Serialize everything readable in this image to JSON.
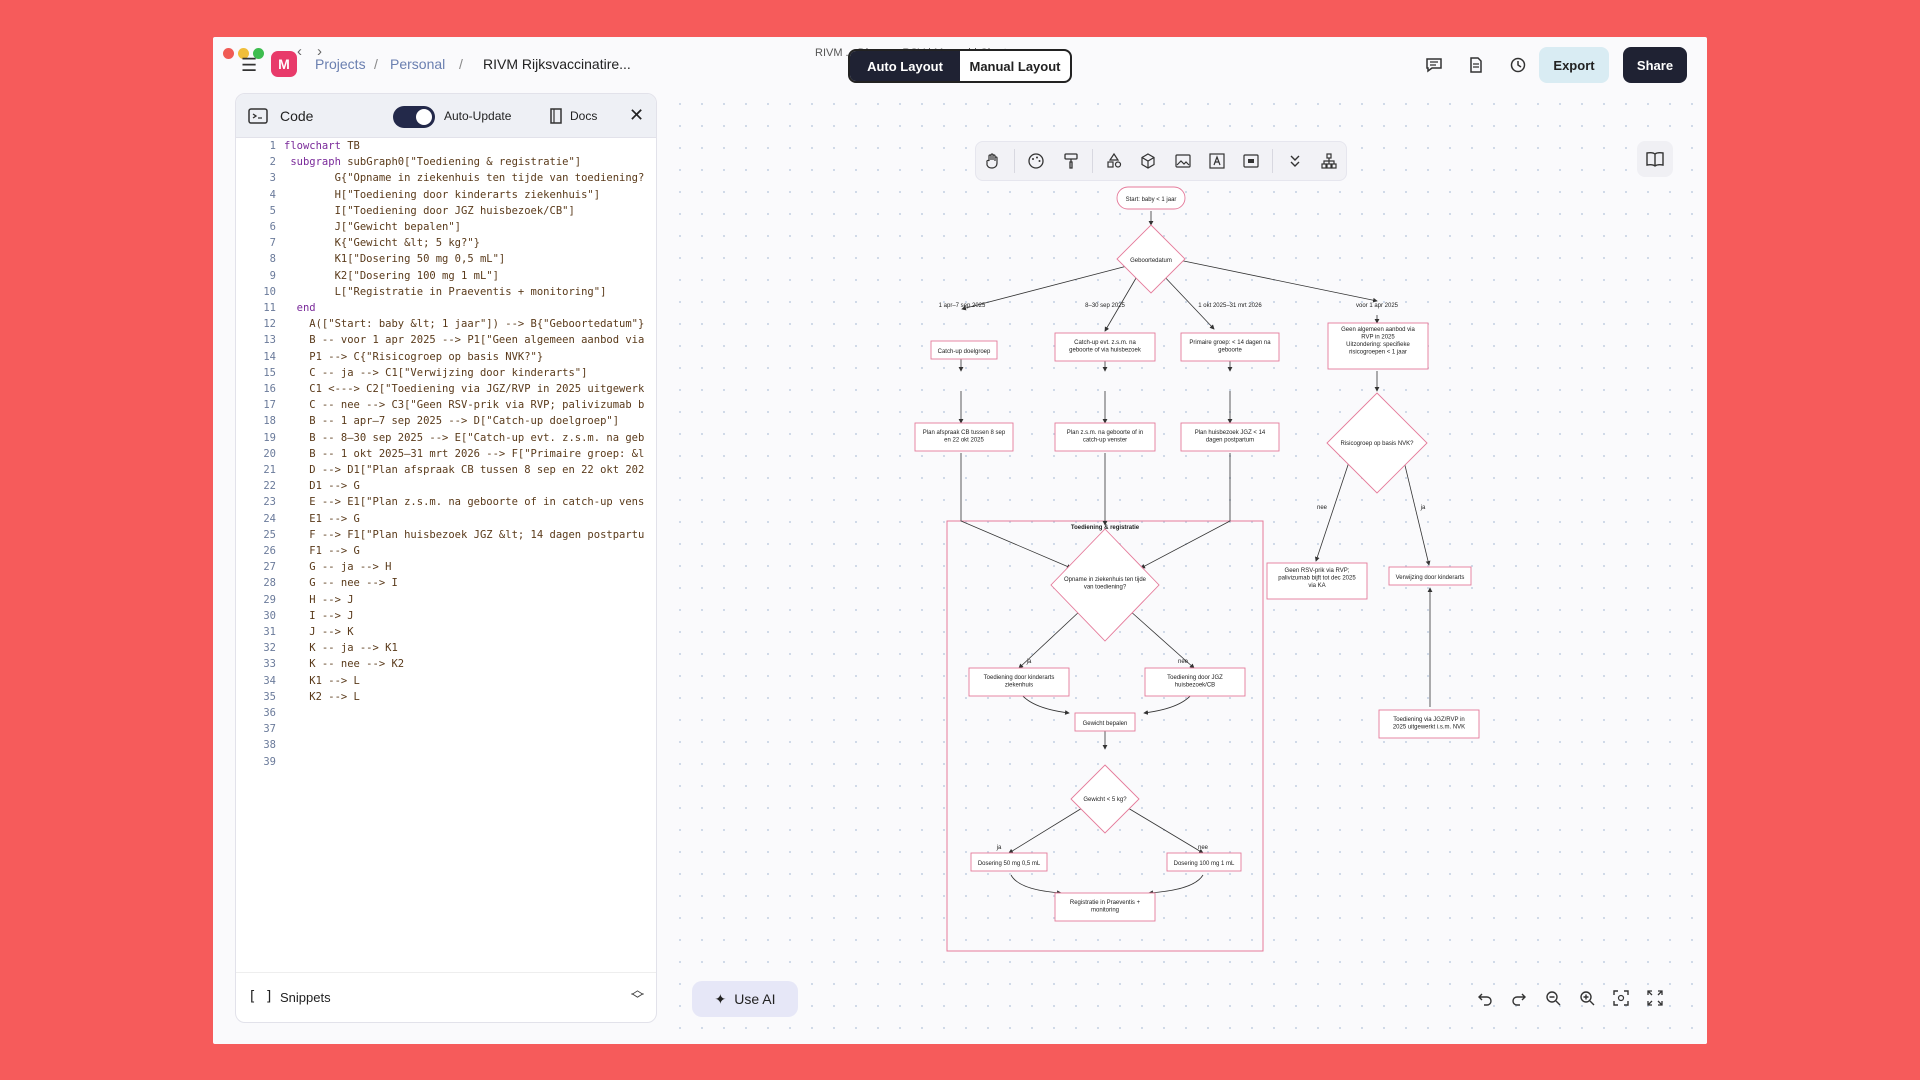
{
  "app": {
    "breadcrumbs": [
      "Projects",
      "/",
      "Personal",
      "/",
      "RIVM Rijksvaccinatire..."
    ],
    "doc_title": "RIVM ... Diagram RSV | Mermaid Chart",
    "layout_auto": "Auto Layout",
    "layout_manual": "Manual Layout",
    "export": "Export",
    "share": "Share"
  },
  "code_panel": {
    "title": "Code",
    "auto_update": "Auto-Update",
    "docs": "Docs",
    "snippets": "Snippets",
    "lines": [
      {
        "n": "1",
        "t": "flowchart TB"
      },
      {
        "n": "2",
        "t": " subgraph subGraph0[\"Toediening & registratie\"]"
      },
      {
        "n": "3",
        "t": "        G{\"Opname in ziekenhuis ten tijde van toediening?"
      },
      {
        "n": "4",
        "t": "        H[\"Toediening door kinderarts ziekenhuis\"]"
      },
      {
        "n": "5",
        "t": "        I[\"Toediening door JGZ huisbezoek/CB\"]"
      },
      {
        "n": "6",
        "t": "        J[\"Gewicht bepalen\"]"
      },
      {
        "n": "7",
        "t": "        K{\"Gewicht &lt; 5 kg?\"}"
      },
      {
        "n": "8",
        "t": "        K1[\"Dosering 50 mg 0,5 mL\"]"
      },
      {
        "n": "9",
        "t": "        K2[\"Dosering 100 mg 1 mL\"]"
      },
      {
        "n": "10",
        "t": "        L[\"Registratie in Praeventis + monitoring\"]"
      },
      {
        "n": "11",
        "t": "  end"
      },
      {
        "n": "12",
        "t": "    A([\"Start: baby &lt; 1 jaar\"]) --> B{\"Geboortedatum\"}"
      },
      {
        "n": "13",
        "t": "    B -- voor 1 apr 2025 --> P1[\"Geen algemeen aanbod via"
      },
      {
        "n": "14",
        "t": "    P1 --> C{\"Risicogroep op basis NVK?\"}"
      },
      {
        "n": "15",
        "t": "    C -- ja --> C1[\"Verwijzing door kinderarts\"]"
      },
      {
        "n": "16",
        "t": "    C1 <---> C2[\"Toediening via JGZ/RVP in 2025 uitgewerk"
      },
      {
        "n": "17",
        "t": "    C -- nee --> C3[\"Geen RSV-prik via RVP; palivizumab b"
      },
      {
        "n": "18",
        "t": "    B -- 1 apr–7 sep 2025 --> D[\"Catch-up doelgroep\"]"
      },
      {
        "n": "19",
        "t": "    B -- 8–30 sep 2025 --> E[\"Catch-up evt. z.s.m. na geb"
      },
      {
        "n": "20",
        "t": "    B -- 1 okt 2025–31 mrt 2026 --> F[\"Primaire groep: &l"
      },
      {
        "n": "21",
        "t": "    D --> D1[\"Plan afspraak CB tussen 8 sep en 22 okt 202"
      },
      {
        "n": "22",
        "t": "    D1 --> G"
      },
      {
        "n": "23",
        "t": "    E --> E1[\"Plan z.s.m. na geboorte of in catch-up vens"
      },
      {
        "n": "24",
        "t": "    E1 --> G"
      },
      {
        "n": "25",
        "t": "    F --> F1[\"Plan huisbezoek JGZ &lt; 14 dagen postpartu"
      },
      {
        "n": "26",
        "t": "    F1 --> G"
      },
      {
        "n": "27",
        "t": "    G -- ja --> H"
      },
      {
        "n": "28",
        "t": "    G -- nee --> I"
      },
      {
        "n": "29",
        "t": "    H --> J"
      },
      {
        "n": "30",
        "t": "    I --> J"
      },
      {
        "n": "31",
        "t": "    J --> K"
      },
      {
        "n": "32",
        "t": "    K -- ja --> K1"
      },
      {
        "n": "33",
        "t": "    K -- nee --> K2"
      },
      {
        "n": "34",
        "t": "    K1 --> L"
      },
      {
        "n": "35",
        "t": "    K2 --> L"
      },
      {
        "n": "36",
        "t": ""
      },
      {
        "n": "37",
        "t": ""
      },
      {
        "n": "38",
        "t": ""
      },
      {
        "n": "39",
        "t": ""
      }
    ]
  },
  "canvas": {
    "use_ai": "Use AI",
    "diagram": {
      "start": "Start: baby < 1 jaar",
      "birthdate": "Geboortedatum",
      "edge_d": "1 apr–7 sep 2025",
      "edge_e": "8–30 sep 2025",
      "edge_f": "1 okt 2025–31 mrt 2026",
      "edge_p1": "voor 1 apr 2025",
      "d": "Catch-up doelgroep",
      "e": [
        "Catch-up evt. z.s.m. na",
        "geboorte of via huisbezoek"
      ],
      "f": [
        "Primaire groep: < 14 dagen na",
        "geboorte"
      ],
      "p1": [
        "Geen algemeen aanbod via",
        "RVP in 2025",
        "Uitzondering: specifieke",
        "risicogroepen < 1 jaar"
      ],
      "d1": [
        "Plan afspraak CB tussen 8 sep",
        "en 22 okt 2025"
      ],
      "e1": [
        "Plan z.s.m. na geboorte of in",
        "catch-up venster"
      ],
      "f1": [
        "Plan huisbezoek JGZ < 14",
        "dagen postpartum"
      ],
      "c": "Risicogroep op basis NVK?",
      "c_nee": "nee",
      "c_ja": "ja",
      "c3": [
        "Geen RSV-prik via RVP;",
        "palivizumab bijft tot dec 2025",
        "via KA"
      ],
      "c1": "Verwijzing door kinderarts",
      "c2": [
        "Toediening via JGZ/RVP in",
        "2025 uitgewerkt i.s.m. NVK"
      ],
      "subgraph": "Toediening & registratie",
      "g": [
        "Opname in ziekenhuis ten tijde",
        "van toediening?"
      ],
      "g_ja": "ja",
      "g_nee": "nee",
      "h": [
        "Toediening door kinderarts",
        "ziekenhuis"
      ],
      "i": [
        "Toediening door JGZ",
        "huisbezoek/CB"
      ],
      "j": "Gewicht bepalen",
      "k": "Gewicht < 5 kg?",
      "k_ja": "ja",
      "k_nee": "nee",
      "k1": "Dosering 50 mg 0,5 mL",
      "k2": "Dosering 100 mg 1 mL",
      "l": [
        "Registratie in Praeventis +",
        "monitoring"
      ]
    }
  }
}
